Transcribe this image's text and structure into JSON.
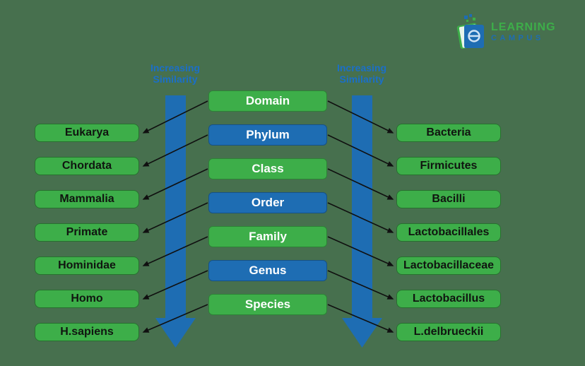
{
  "page": {
    "background": "#47704E"
  },
  "colors": {
    "green": "#3DAE49",
    "blue": "#1E6DB3",
    "label_blue": "#1B6FC8",
    "connector_black": "#101010"
  },
  "logo": {
    "line1": "LEARNING",
    "line2": "CAMPUS",
    "icon": "books-stack-icon"
  },
  "similarity_left": {
    "line1": "Increasing",
    "line2": "Similarity"
  },
  "similarity_right": {
    "line1": "Increasing",
    "line2": "Similarity"
  },
  "taxonomy": {
    "rows": [
      {
        "rank": "Domain",
        "rank_color": "green",
        "left": "Eukarya",
        "right": "Bacteria"
      },
      {
        "rank": "Phylum",
        "rank_color": "blue",
        "left": "Chordata",
        "right": "Firmicutes"
      },
      {
        "rank": "Class",
        "rank_color": "green",
        "left": "Mammalia",
        "right": "Bacilli"
      },
      {
        "rank": "Order",
        "rank_color": "blue",
        "left": "Primate",
        "right": "Lactobacillales"
      },
      {
        "rank": "Family",
        "rank_color": "green",
        "left": "Hominidae",
        "right": "Lactobacillaceae"
      },
      {
        "rank": "Genus",
        "rank_color": "blue",
        "left": "Homo",
        "right": "Lactobacillus"
      },
      {
        "rank": "Species",
        "rank_color": "green",
        "left": "H.sapiens",
        "right": "L.delbrueckii"
      }
    ]
  }
}
